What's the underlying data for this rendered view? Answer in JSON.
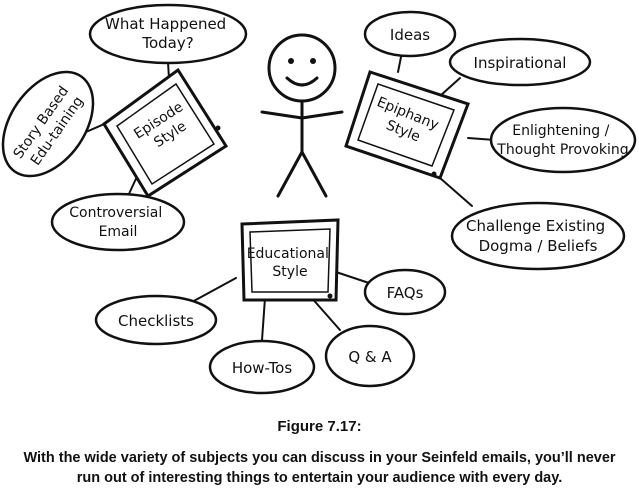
{
  "figure": {
    "label": "Figure 7.17:",
    "caption": "With the wide variety of subjects you can discuss in your Seinfeld emails, you’ll never run out of interesting things to entertain your audience with every day."
  },
  "nodes": {
    "episode": {
      "title": [
        "Episode",
        "Style"
      ],
      "children": {
        "today": [
          "What Happened",
          "Today?"
        ],
        "story": [
          "Story Based",
          "Edu-taining"
        ],
        "controversial": [
          "Controversial",
          "Email"
        ]
      }
    },
    "epiphany": {
      "title": [
        "Epiphany",
        "Style"
      ],
      "children": {
        "ideas": [
          "Ideas"
        ],
        "inspirational": [
          "Inspirational"
        ],
        "enlightening": [
          "Enlightening /",
          "Thought Provoking"
        ],
        "challenge": [
          "Challenge Existing",
          "Dogma / Beliefs"
        ]
      }
    },
    "educational": {
      "title": [
        "Educational",
        "Style"
      ],
      "children": {
        "checklists": [
          "Checklists"
        ],
        "howtos": [
          "How-Tos"
        ],
        "qa": [
          "Q & A"
        ],
        "faqs": [
          "FAQs"
        ]
      }
    }
  }
}
